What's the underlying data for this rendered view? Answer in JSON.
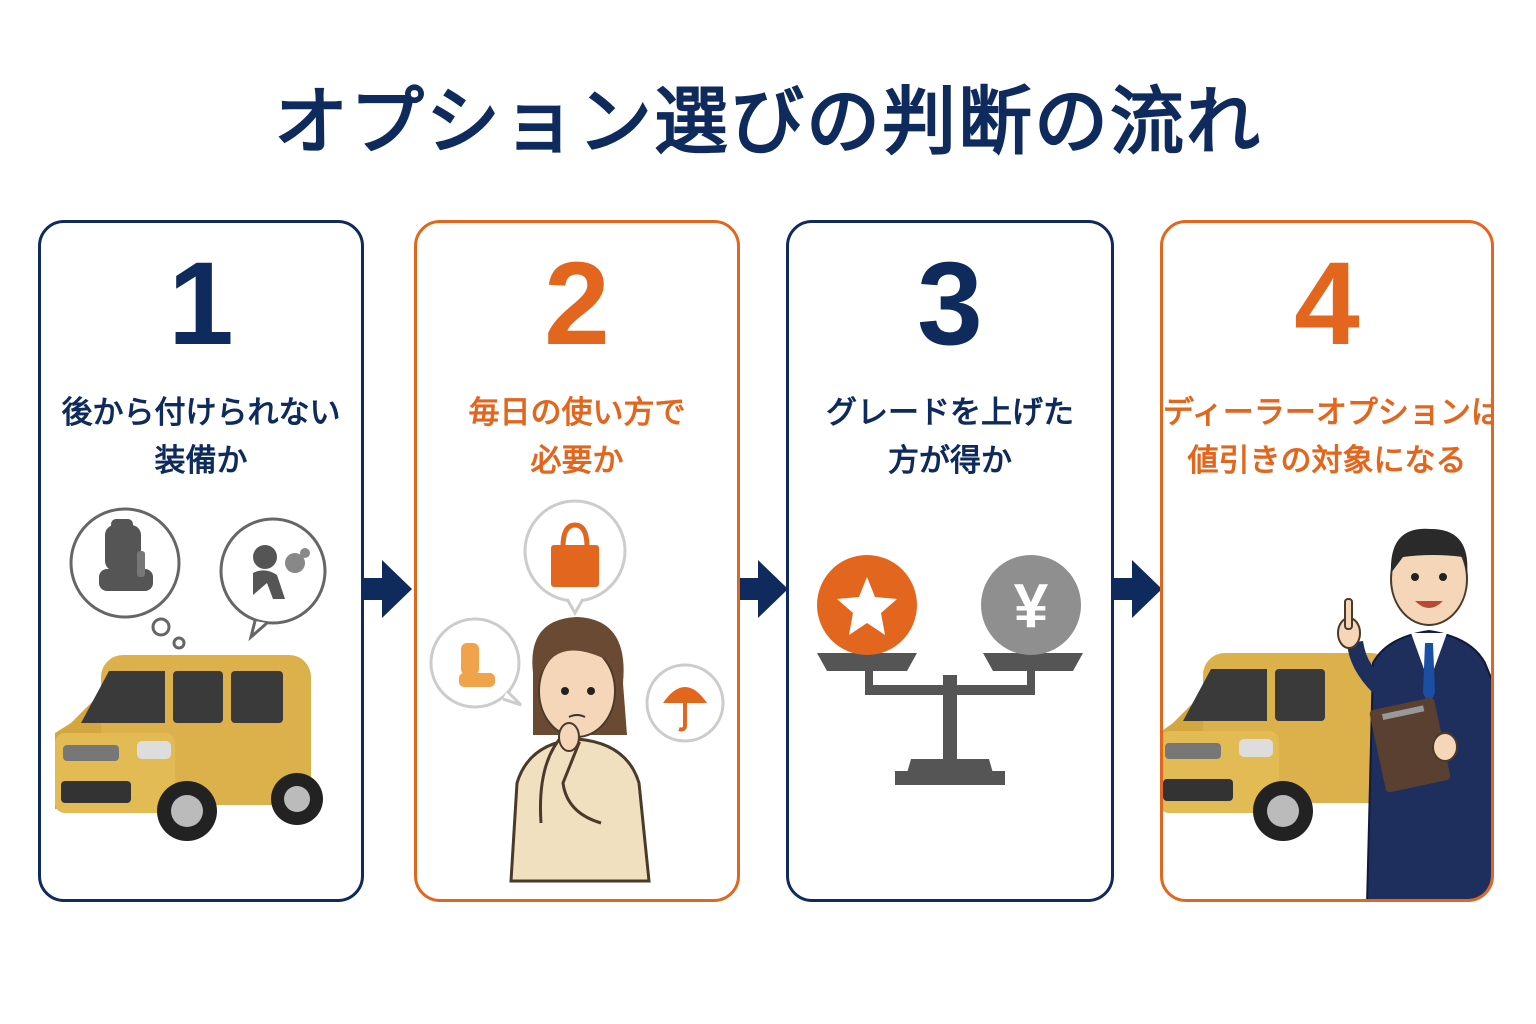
{
  "title": "オプション選びの判断の流れ",
  "colors": {
    "navy": "#0f2a5c",
    "orange": "#e3661f",
    "car_yellow": "#dcb04a"
  },
  "steps": [
    {
      "number": "1",
      "lines": [
        "後から付けられない",
        "装備か"
      ],
      "icons": [
        "car-seat-icon",
        "airbag-icon",
        "minivan-car"
      ]
    },
    {
      "number": "2",
      "lines": [
        "毎日の使い方で",
        "必要か"
      ],
      "icons": [
        "shopping-bag-icon",
        "child-seat-icon",
        "umbrella-icon",
        "thinking-woman"
      ]
    },
    {
      "number": "3",
      "lines": [
        "グレードを上げた",
        "方が得か"
      ],
      "icons": [
        "star-icon",
        "yen-coin-icon",
        "balance-scale-icon"
      ]
    },
    {
      "number": "4",
      "lines": [
        "ディーラーオプションは",
        "値引きの対象になる"
      ],
      "icons": [
        "minivan-car",
        "salesman-with-clipboard"
      ]
    }
  ],
  "yen_symbol": "¥"
}
